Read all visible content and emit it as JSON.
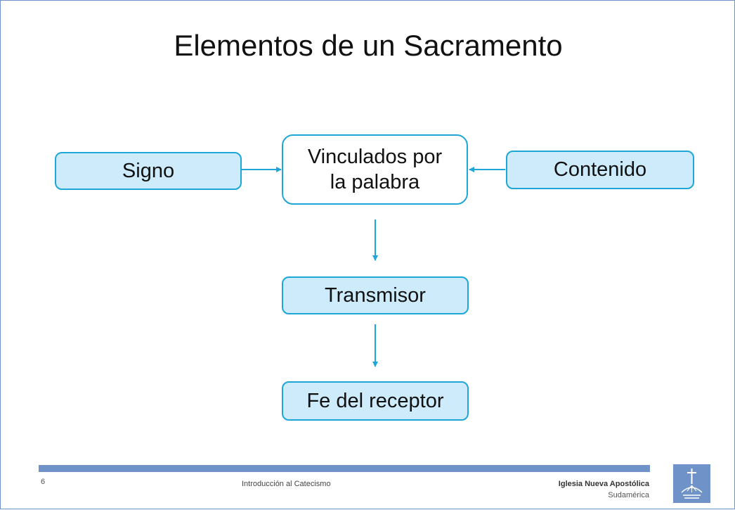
{
  "title": "Elementos de un Sacramento",
  "nodes": {
    "signo": "Signo",
    "vinculados": [
      "Vinculados por",
      "la palabra"
    ],
    "contenido": "Contenido",
    "transmisor": "Transmisor",
    "fe": "Fe del receptor"
  },
  "footer": {
    "page_number": "6",
    "center_text": "Introducción al Catecismo",
    "org_name": "Iglesia Nueva Apostólica",
    "org_sub": "Sudamérica",
    "logo_icon": "church-logo-icon"
  },
  "colors": {
    "box_border": "#1fa6d8",
    "box_fill": "#cdebfb",
    "arrow": "#1fa6d8",
    "footer_bar": "#6f93c8"
  }
}
